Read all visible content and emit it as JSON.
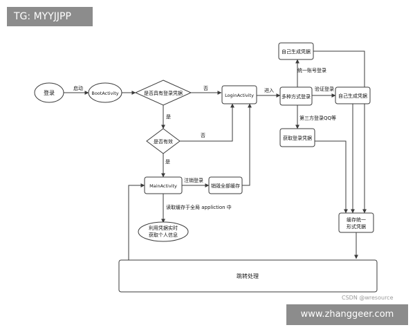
{
  "watermark_tag": "TG: MYYJJPP",
  "watermark_site": "www.zhanggeer.com",
  "watermark_csdn": "CSDN @wresource",
  "nodes": {
    "login_start": "登录",
    "boot_activity": "BootActivity",
    "has_credential": "是否具有登录凭据",
    "login_activity": "LoginActivity",
    "multi_login": "多种方式登录",
    "self_credential_top": "自己生成凭据",
    "self_credential_right": "自己生成凭据",
    "get_login_credential": "获取登录凭据",
    "is_valid": "是否有效",
    "main_activity": "MainActivity",
    "destroy_cache": "销毁全部缓存",
    "fetch_user_info_line1": "利用凭据实时",
    "fetch_user_info_line2": "获取个人信息",
    "cache_unified_line1": "缓存统一",
    "cache_unified_line2": "形式凭据",
    "redirect": "跳转处理"
  },
  "edge_labels": {
    "start": "启动",
    "no_credential": "否",
    "enter": "进入",
    "unified_account": "统一账号登录",
    "verify_login": "验证登录",
    "third_party": "第三方登录QQ等",
    "yes_has": "是",
    "invalid": "否",
    "yes_valid": "是",
    "logout": "注销登录",
    "read_cache": "读取缓存于全局 appliction 中"
  }
}
